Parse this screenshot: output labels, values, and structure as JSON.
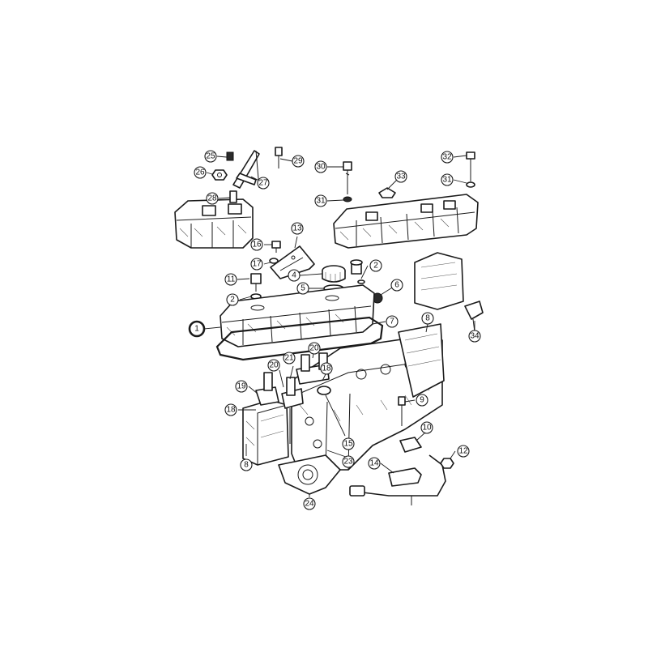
{
  "highlight_color": "#e0101a",
  "highlighted_part": "1",
  "callouts": [
    {
      "id": "c1",
      "label": "1"
    },
    {
      "id": "c2a",
      "label": "2"
    },
    {
      "id": "c2b",
      "label": "2"
    },
    {
      "id": "c4",
      "label": "4"
    },
    {
      "id": "c5",
      "label": "5"
    },
    {
      "id": "c6",
      "label": "6"
    },
    {
      "id": "c7",
      "label": "7"
    },
    {
      "id": "c8a",
      "label": "8"
    },
    {
      "id": "c8b",
      "label": "8"
    },
    {
      "id": "c9",
      "label": "9"
    },
    {
      "id": "c10",
      "label": "10"
    },
    {
      "id": "c11",
      "label": "11"
    },
    {
      "id": "c12",
      "label": "12"
    },
    {
      "id": "c13",
      "label": "13"
    },
    {
      "id": "c14",
      "label": "14"
    },
    {
      "id": "c15",
      "label": "15"
    },
    {
      "id": "c16",
      "label": "16"
    },
    {
      "id": "c17",
      "label": "17"
    },
    {
      "id": "c18a",
      "label": "18"
    },
    {
      "id": "c18b",
      "label": "18"
    },
    {
      "id": "c19",
      "label": "19"
    },
    {
      "id": "c20a",
      "label": "20"
    },
    {
      "id": "c20b",
      "label": "20"
    },
    {
      "id": "c21",
      "label": "21"
    },
    {
      "id": "c23",
      "label": "23"
    },
    {
      "id": "c24",
      "label": "24"
    },
    {
      "id": "c25",
      "label": "25"
    },
    {
      "id": "c26",
      "label": "26"
    },
    {
      "id": "c27",
      "label": "27"
    },
    {
      "id": "c28",
      "label": "28"
    },
    {
      "id": "c29",
      "label": "29"
    },
    {
      "id": "c30",
      "label": "30"
    },
    {
      "id": "c31a",
      "label": "31"
    },
    {
      "id": "c31b",
      "label": "31"
    },
    {
      "id": "c32",
      "label": "32"
    },
    {
      "id": "c33",
      "label": "33"
    },
    {
      "id": "c34",
      "label": "34"
    }
  ]
}
